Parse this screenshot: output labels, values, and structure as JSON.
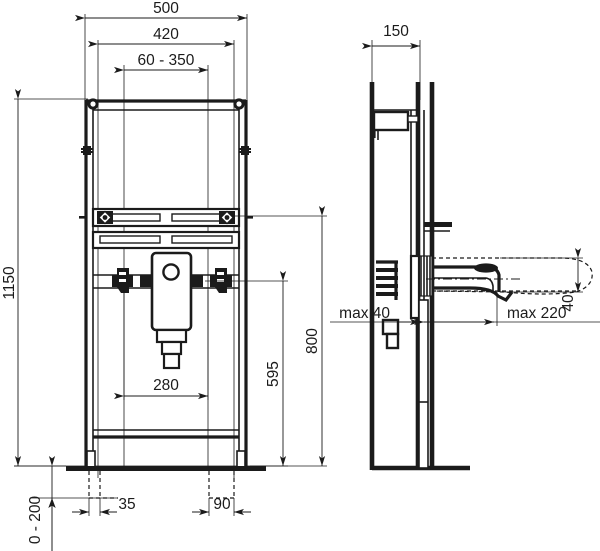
{
  "drawing": {
    "title": "Washbasin frame installation dimension drawing",
    "units": "mm",
    "views": [
      {
        "name": "front-elevation",
        "label": ""
      },
      {
        "name": "side-elevation",
        "label": ""
      }
    ]
  },
  "dimensions": {
    "front": {
      "overall_width": "500",
      "inner_width": "420",
      "adjustable_range": "60 - 350",
      "overall_height": "1150",
      "valve_width": "280",
      "height_595": "595",
      "height_800": "800",
      "offset_left": "35",
      "offset_right": "90",
      "floor_adjust": "0 - 200"
    },
    "side": {
      "depth": "150",
      "max_front": "max 40",
      "max_projection": "max 220",
      "basin_drop": "40"
    }
  },
  "labels": {
    "d500": "500",
    "d420": "420",
    "d60_350": "60 - 350",
    "d1150": "1150",
    "d280": "280",
    "d595": "595",
    "d800": "800",
    "d35": "35",
    "d90": "90",
    "d0_200": "0 - 200",
    "d150": "150",
    "dmax40": "max 40",
    "dmax220": "max 220",
    "d40": "40"
  },
  "colors": {
    "line": "#1b1b1b",
    "background": "#ffffff"
  }
}
